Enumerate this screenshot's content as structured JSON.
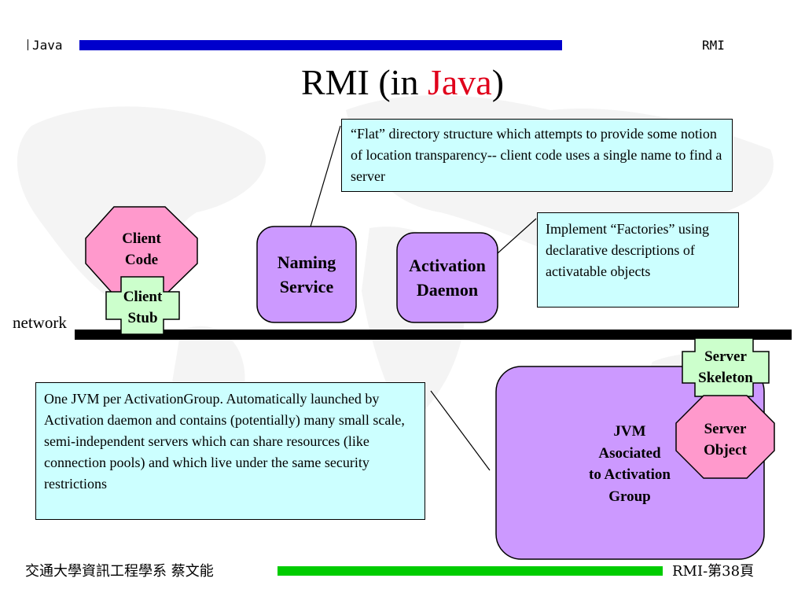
{
  "header": {
    "left": "Java",
    "right": "RMI"
  },
  "title": {
    "prefix": "RMI  (in ",
    "accent": "Java",
    "suffix": ")"
  },
  "notes": {
    "naming": "“Flat” directory structure which attempts to provide some notion of location transparency-- client code uses a single name to find a server",
    "factories": "Implement “Factories” using declarative descriptions of activatable objects",
    "jvm": "One JVM per ActivationGroup. Automatically launched by Activation daemon and contains (potentially) many small scale, semi-independent servers which can share resources (like connection pools)  and which live under the same security restrictions"
  },
  "shapes": {
    "client_code": [
      "Client",
      "Code"
    ],
    "client_stub": [
      "Client",
      "Stub"
    ],
    "naming_service": [
      "Naming",
      "Service"
    ],
    "activation_daemon": [
      "Activation",
      "Daemon"
    ],
    "server_skeleton": [
      "Server",
      "Skeleton"
    ],
    "server_object": [
      "Server",
      "Object"
    ],
    "jvm_group": [
      "JVM",
      "Asociated",
      "to Activation",
      "Group"
    ]
  },
  "network_label": "network",
  "footer": {
    "left": "交通大學資訊工程學系 蔡文能",
    "right": "RMI-第38頁"
  },
  "colors": {
    "header_bar": "#0000cc",
    "footer_bar": "#00cc00",
    "note_fill": "#ccffff",
    "octagon_fill": "#ff99cc",
    "process_fill": "#cc99ff",
    "stub_fill": "#ccffcc",
    "title_accent": "#e0001b"
  }
}
